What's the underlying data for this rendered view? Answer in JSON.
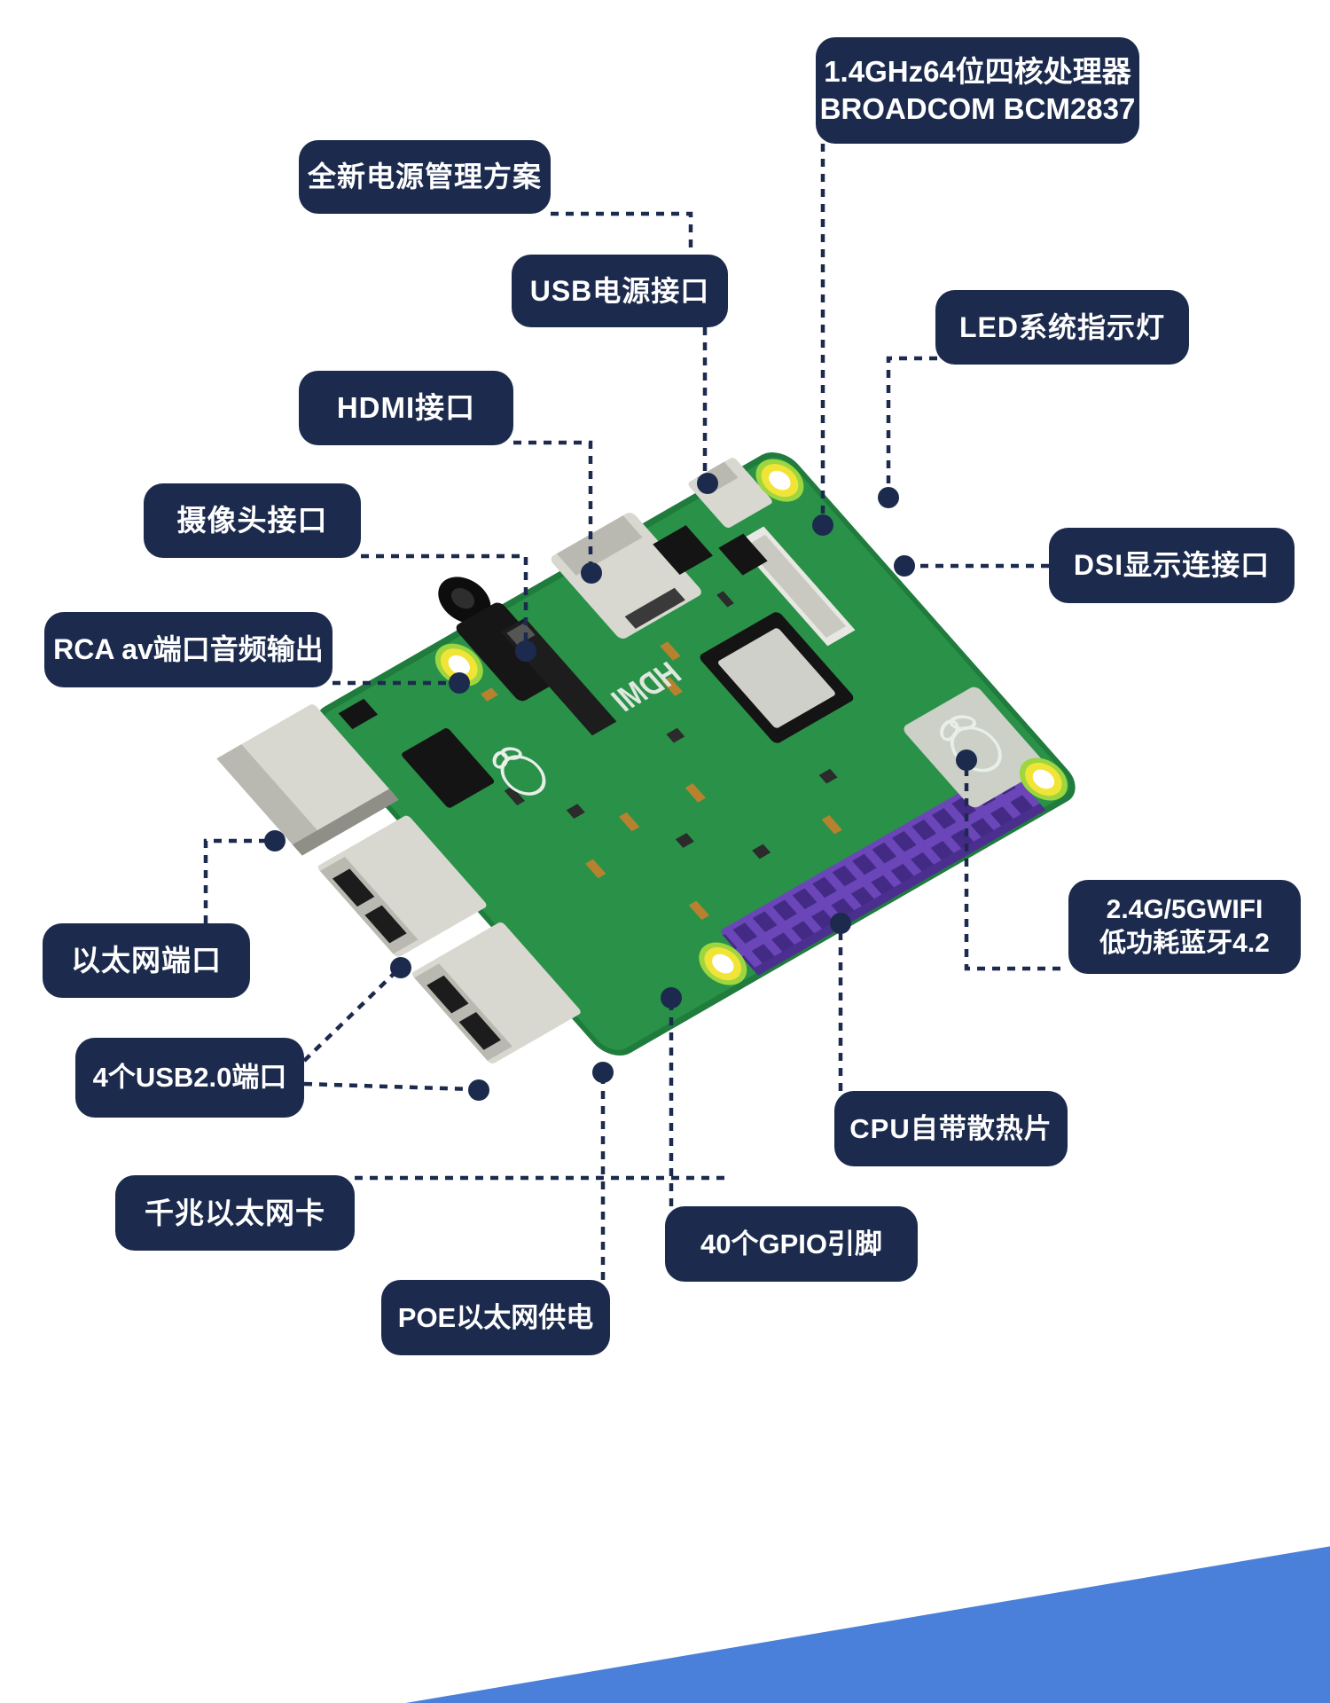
{
  "labels": {
    "processor": {
      "line1": "1.4GHz64位四核处理器",
      "line2": "BROADCOM BCM2837"
    },
    "power_management": {
      "line1": "全新电源管理方案"
    },
    "usb_power": {
      "line1": "USB电源接口"
    },
    "led": {
      "line1": "LED系统指示灯"
    },
    "hdmi": {
      "line1": "HDMI接口"
    },
    "camera": {
      "line1": "摄像头接口"
    },
    "dsi": {
      "line1": "DSI显示连接口"
    },
    "rca_audio": {
      "line1": "RCA av端口音频输出"
    },
    "wifi": {
      "line1": "2.4G/5GWIFI",
      "line2": "低功耗蓝牙4.2"
    },
    "ethernet": {
      "line1": "以太网端口"
    },
    "usb_ports": {
      "line1": "4个USB2.0端口"
    },
    "gigabit_lan": {
      "line1": "千兆以太网卡"
    },
    "poe": {
      "line1": "POE以太网供电"
    },
    "gpio": {
      "line1": "40个GPIO引脚"
    },
    "cpu_heatsink": {
      "line1": "CPU自带散热片"
    }
  },
  "board": {
    "silkscreen_hdmi": "HDMI"
  },
  "colors": {
    "label_bg": "#1c2b4d",
    "callout_line": "#1c2b4d",
    "pcb_green": "#2a9148",
    "pcb_dark": "#1f7c3c",
    "gpio_purple": "#6b46b8",
    "banner_blue": "#4a80d9",
    "connector_silver": "#d8d8d0",
    "hole_yellow": "#f0e437"
  }
}
